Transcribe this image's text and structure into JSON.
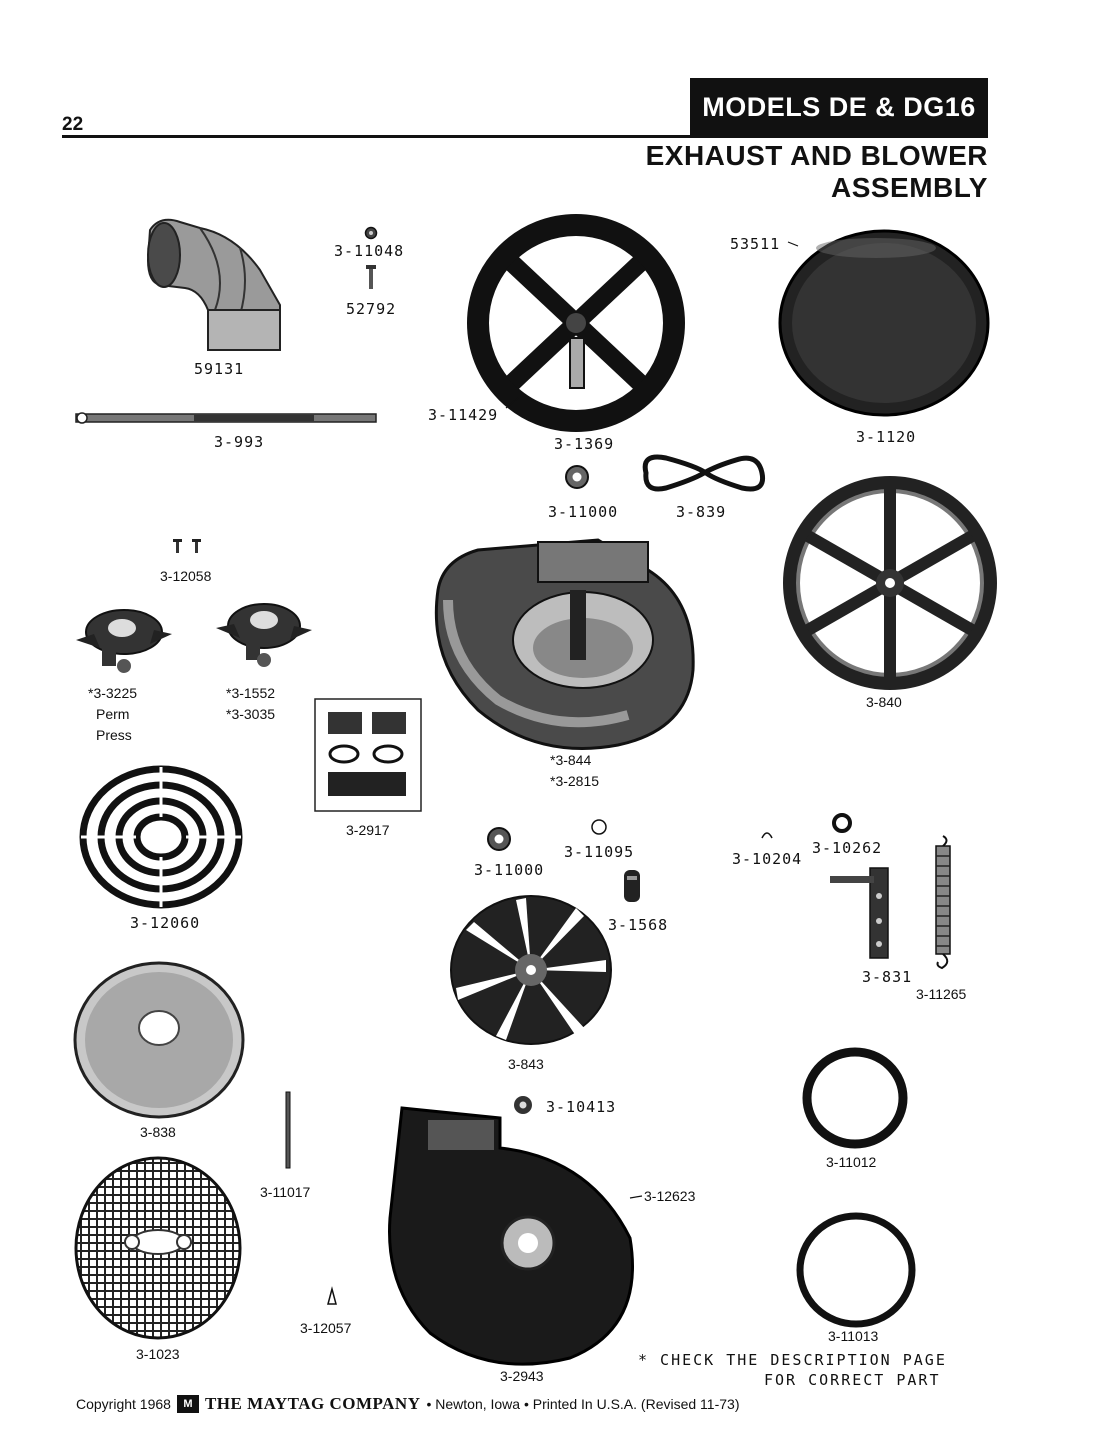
{
  "header": {
    "page_number": "22",
    "models": "MODELS DE & DG16",
    "section_title": "EXHAUST AND BLOWER ASSEMBLY"
  },
  "parts": {
    "p59131": "59131",
    "p3_11048": "3-11048",
    "p52792": "52792",
    "p3_993": "3-993",
    "p3_11429": "3-11429",
    "p3_1369": "3-1369",
    "p53511": "53511",
    "p3_1120": "3-1120",
    "p3_11000a": "3-11000",
    "p3_839": "3-839",
    "p3_12058": "3-12058",
    "p3_3225": "*3-3225",
    "perm": "Perm",
    "press": "Press",
    "p3_1552": "*3-1552",
    "p3_3035": "*3-3035",
    "p3_844": "*3-844",
    "p3_2815": "*3-2815",
    "p3_840": "3-840",
    "p3_2917": "3-2917",
    "p3_12060": "3-12060",
    "p3_11000b": "3-11000",
    "p3_11095": "3-11095",
    "p3_1568": "3-1568",
    "p3_10204": "3-10204",
    "p3_10262": "3-10262",
    "p3_831": "3-831",
    "p3_11265": "3-11265",
    "p3_843": "3-843",
    "p3_838": "3-838",
    "p3_10413": "3-10413",
    "p3_11012": "3-11012",
    "p3_11017": "3-11017",
    "p3_12623": "3-12623",
    "p3_1023": "3-1023",
    "p3_12057": "3-12057",
    "p3_2943": "3-2943",
    "p3_11013": "3-11013"
  },
  "footnote": {
    "line1": "* CHECK THE DESCRIPTION PAGE",
    "line2": "FOR CORRECT PART"
  },
  "footer": {
    "copyright": "Copyright 1968",
    "logo_text": "M",
    "company": "THE MAYTAG COMPANY",
    "location": "• Newton, Iowa • Printed In U.S.A. (Revised 11-73)"
  }
}
